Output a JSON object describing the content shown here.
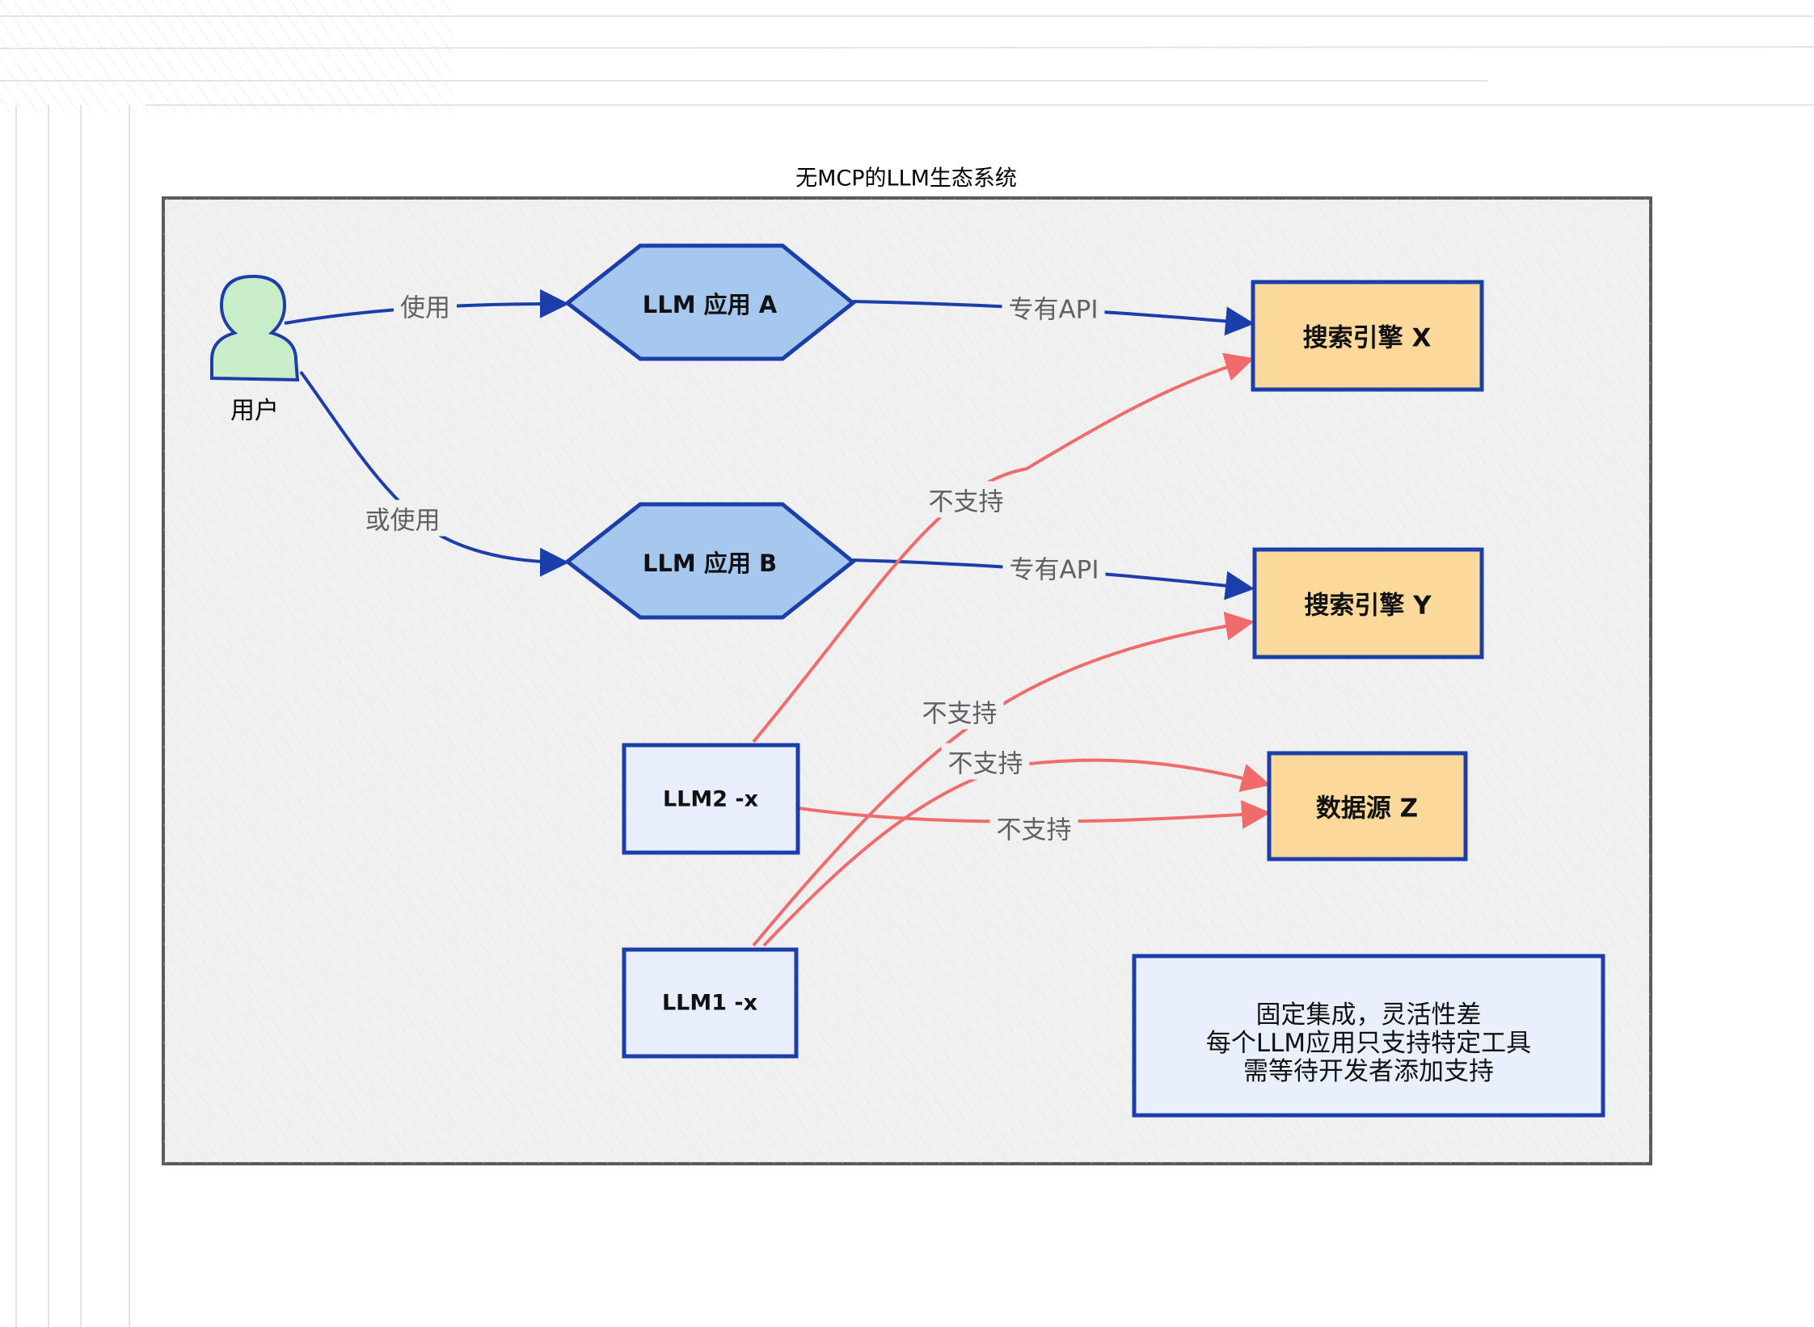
{
  "diagram": {
    "title": "无MCP的LLM生态系统",
    "nodes": {
      "user": {
        "label": "用户",
        "icon": "user-icon"
      },
      "app_a": {
        "label": "LLM 应用 A"
      },
      "app_b": {
        "label": "LLM 应用 B"
      },
      "search_x": {
        "label": "搜索引擎 X"
      },
      "search_y": {
        "label": "搜索引擎 Y"
      },
      "data_z": {
        "label": "数据源 Z"
      },
      "llm2": {
        "label": "LLM2 -x"
      },
      "llm1": {
        "label": "LLM1 -x"
      }
    },
    "edges": {
      "user_app_a": "使用",
      "user_app_b": "或使用",
      "app_a_search_x": "专有API",
      "app_b_search_y": "专有API",
      "llm2_search_x": "不支持",
      "llm1_search_y": "不支持",
      "llm1_data_z": "不支持",
      "llm2_data_z": "不支持"
    },
    "note": {
      "lines": [
        "固定集成，灵活性差",
        "每个LLM应用只支持特定工具",
        "需等待开发者添加支持"
      ]
    },
    "colors": {
      "frame_fill": "#f0f0f0",
      "frame_stroke": "#5a5a5a",
      "hex_fill": "#a6c8ee",
      "hex_stroke": "#1c3eaa",
      "tool_fill": "#fbd99a",
      "tool_stroke": "#1c3eaa",
      "llm_fill": "#e8eefb",
      "user_fill": "#c9ecc9",
      "blue_edge": "#1c3eaa",
      "red_edge": "#f06b6b"
    }
  }
}
